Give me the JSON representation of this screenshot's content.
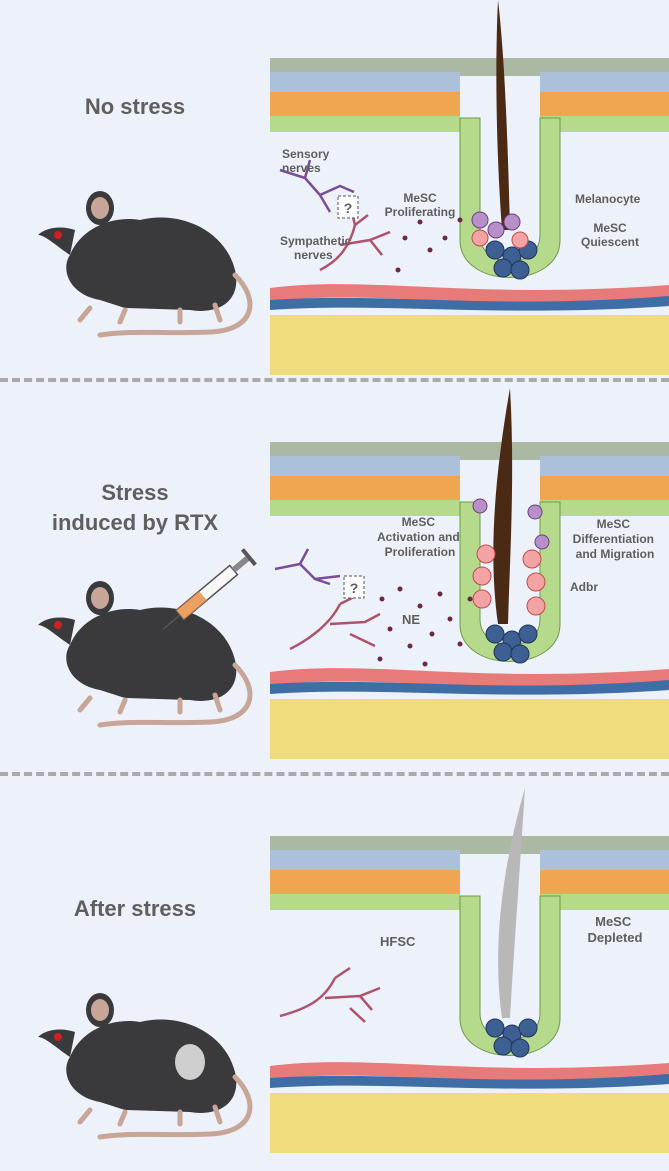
{
  "panels": [
    {
      "id": "no-stress",
      "title_lines": [
        "No stress"
      ],
      "labels": {
        "sensory": [
          "Sensory",
          "nerves"
        ],
        "sympathetic": [
          "Sympathetic",
          "nerves"
        ],
        "mesc_prolif": [
          "MeSC",
          "Proliferating"
        ],
        "melanocyte": "Melanocyte",
        "mesc_quiescent": [
          "MeSC",
          "Quiescent"
        ],
        "question": "?"
      }
    },
    {
      "id": "stress-rtx",
      "title_lines": [
        "Stress",
        "induced by RTX"
      ],
      "labels": {
        "mesc_activation": [
          "MeSC",
          "Activation and",
          "Proliferation"
        ],
        "mesc_diff": [
          "MeSC",
          "Differentiation",
          "and Migration"
        ],
        "adbr": "Adbr",
        "ne": "NE",
        "question": "?"
      }
    },
    {
      "id": "after-stress",
      "title_lines": [
        "After stress"
      ],
      "labels": {
        "hfsc": "HFSC",
        "mesc_depleted": [
          "MeSC",
          "Depleted"
        ]
      }
    }
  ],
  "colors": {
    "background": "#edf1f9",
    "mouse": "#3a3a3c",
    "pink": "#c7a597",
    "hair_dark": "#4a2a15",
    "hair_gray": "#b8b8b8",
    "epi_top": "#8fa07f",
    "epi_blue": "#aac0db",
    "epi_orange": "#f0a650",
    "epi_green": "#b5da8c",
    "fat": "#f0dc7c",
    "nerve_sensory": "#7a4d9c",
    "nerve_sympathetic": "#b0526c",
    "artery": "#e97a7a",
    "vein": "#3e6ea5"
  },
  "icons": [
    "mouse-icon",
    "syringe-icon",
    "hair-follicle-icon",
    "nerve-icon"
  ]
}
